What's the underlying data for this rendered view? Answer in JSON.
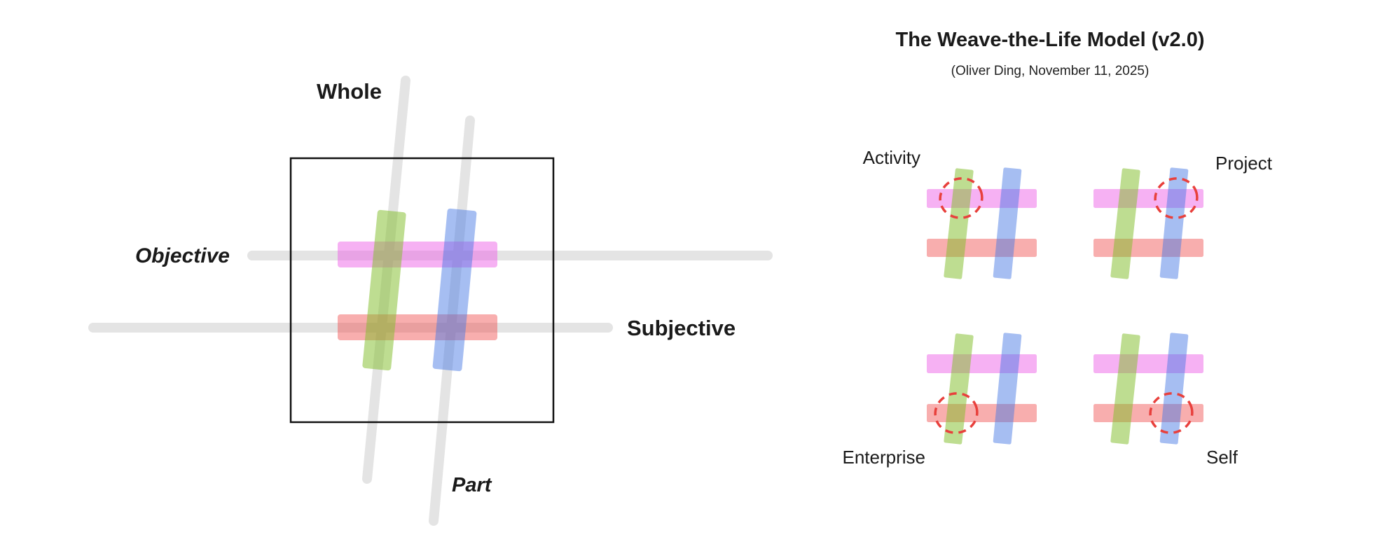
{
  "left_diagram": {
    "labels": {
      "whole": "Whole",
      "part": "Part",
      "objective": "Objective",
      "subjective": "Subjective"
    }
  },
  "right_panel": {
    "title": "The Weave-the-Life Model (v2.0)",
    "subtitle": "(Oliver Ding, November 11, 2025)",
    "minis": [
      {
        "label": "Activity",
        "highlighted_intersection": "green-warp x pink-weft (top-left)"
      },
      {
        "label": "Project",
        "highlighted_intersection": "blue-warp x pink-weft (top-right)"
      },
      {
        "label": "Enterprise",
        "highlighted_intersection": "green-warp x red-weft (bottom-left)"
      },
      {
        "label": "Self",
        "highlighted_intersection": "blue-warp x red-weft (bottom-right)"
      }
    ]
  },
  "colors": {
    "pink_weft": "rgba(236,90,230,0.47)",
    "red_weft": "rgba(240,75,75,0.45)",
    "green_warp": "rgba(130,190,45,0.52)",
    "blue_warp": "rgba(70,120,228,0.48)",
    "thread_gray": "#e4e4e4",
    "frame_black": "#111111",
    "highlight_red": "#e8403c",
    "text_dark": "#1a1a1a"
  }
}
